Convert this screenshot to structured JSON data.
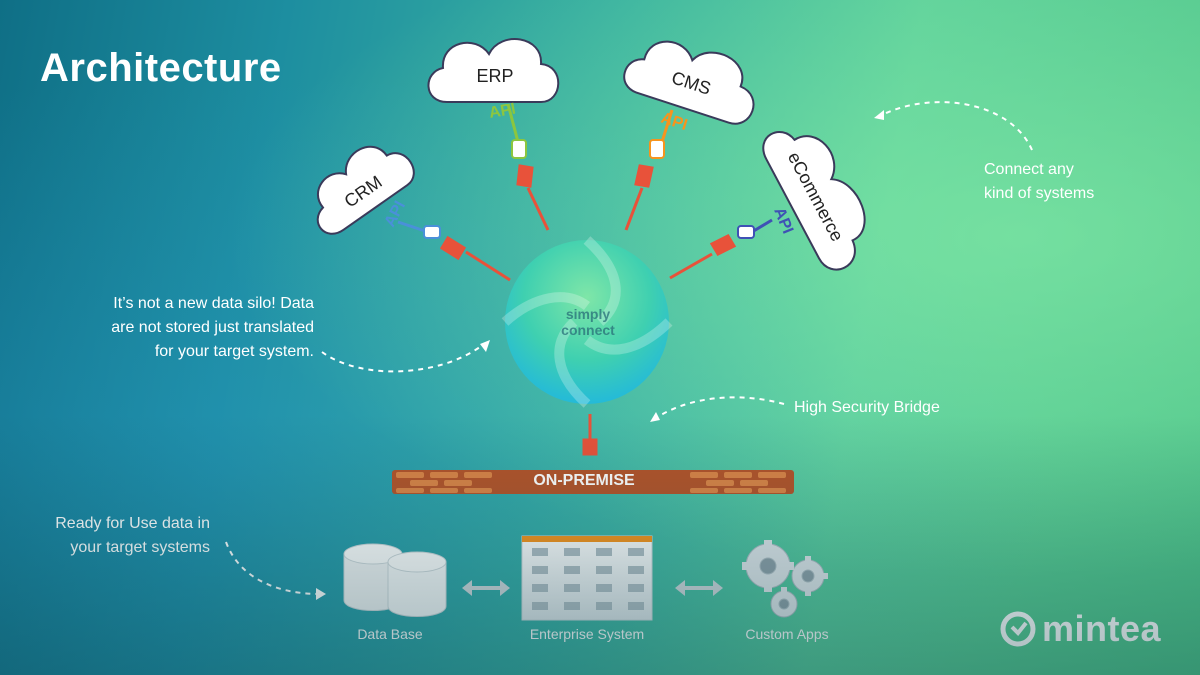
{
  "title": "Architecture",
  "hub": {
    "label": "simply\nconnect"
  },
  "clouds": [
    {
      "name": "CRM",
      "api": "API",
      "color": "#4a90d9"
    },
    {
      "name": "ERP",
      "api": "API",
      "color": "#8cc63f"
    },
    {
      "name": "CMS",
      "api": "API",
      "color": "#f7941d"
    },
    {
      "name": "eCommerce",
      "api": "API",
      "color": "#3f51b5"
    }
  ],
  "plug_color": "#e8523a",
  "notes": {
    "silo": "It’s not a new data silo! Data\nare not stored just translated\nfor your target system.",
    "connect": "Connect any\nkind of systems",
    "bridge": "High Security Bridge",
    "ready": "Ready for Use data in\nyour target systems"
  },
  "wall": {
    "label": "ON-PREMISE",
    "color": "#c9642e"
  },
  "bottom": {
    "database": "Data Base",
    "enterprise": "Enterprise System",
    "apps": "Custom Apps"
  },
  "logo": {
    "text": "mintea"
  }
}
